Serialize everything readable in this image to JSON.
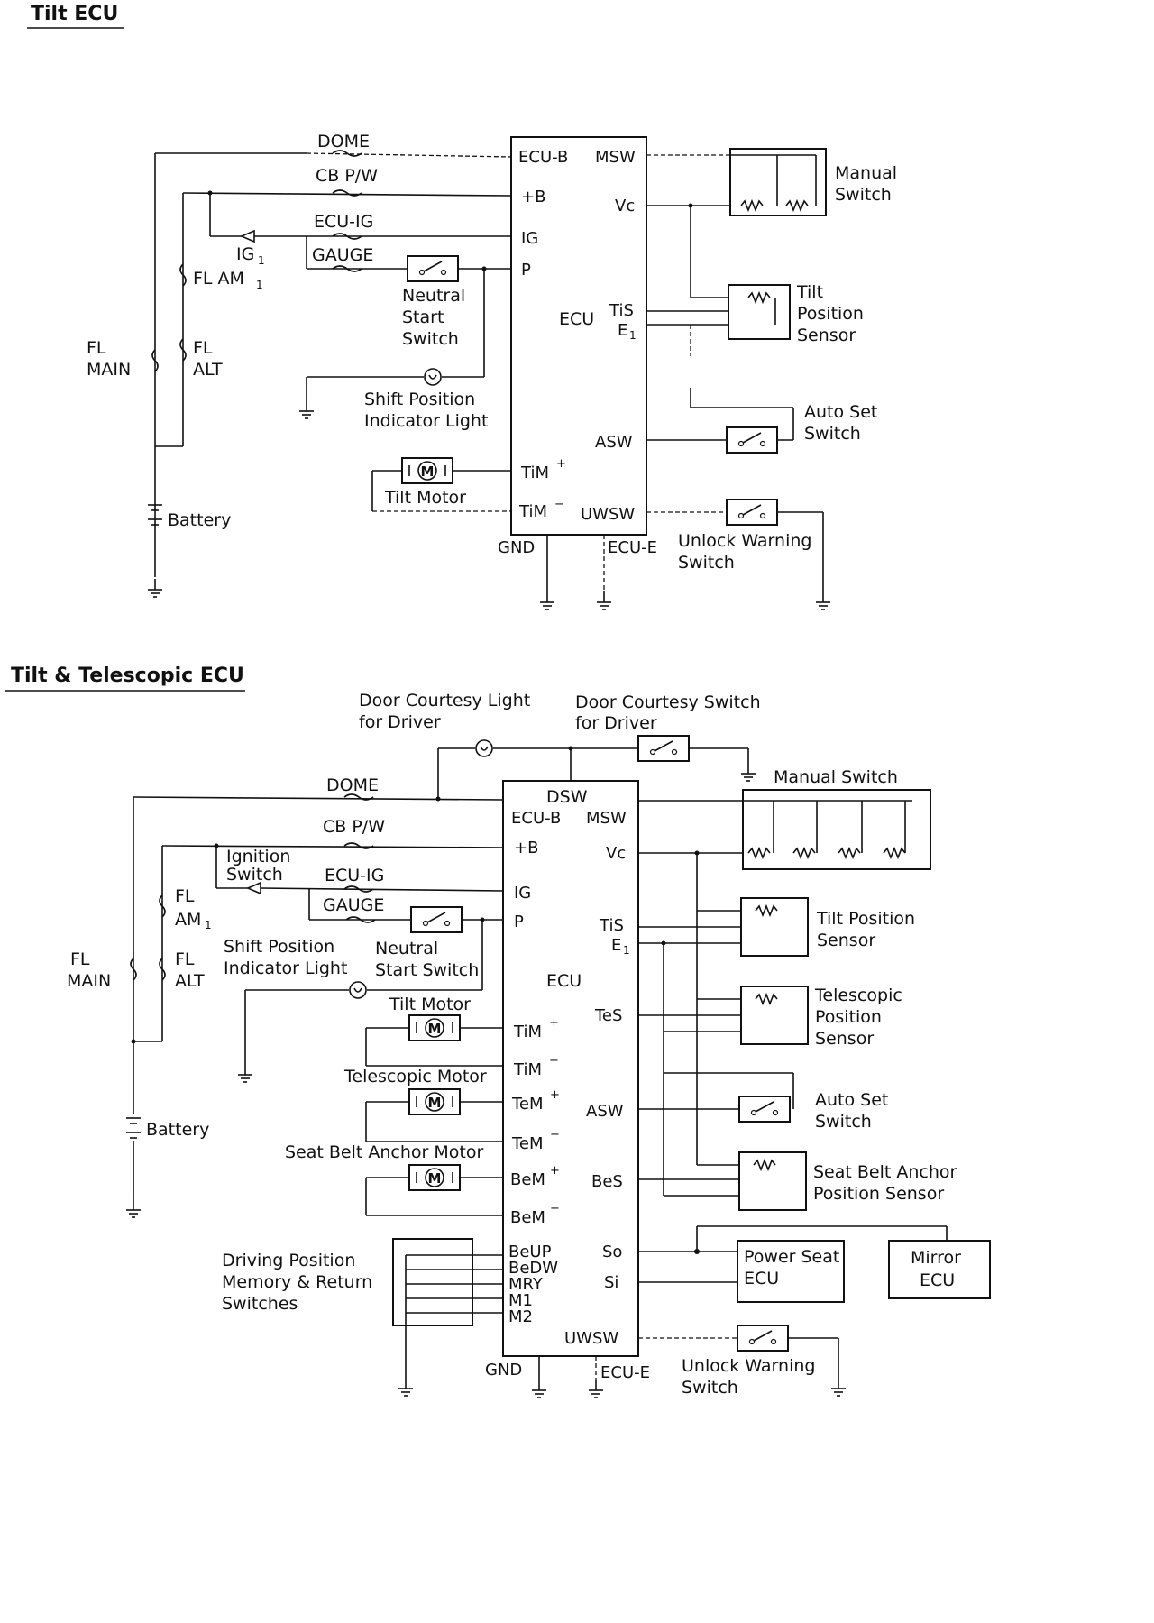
{
  "diagram1": {
    "title": "Tilt ECU",
    "fuses": {
      "dome": "DOME",
      "cbpw": "CB P/W",
      "ecuig": "ECU-IG",
      "gauge": "GAUGE",
      "fl_am1": "FL AM",
      "fl_am1_sub": "1",
      "fl_main_1": "FL",
      "fl_main_2": "MAIN",
      "fl_alt_1": "FL",
      "fl_alt_2": "ALT"
    },
    "ig1": "IG",
    "ig1_sub": "1",
    "ecu": {
      "center": "ECU",
      "ecub": "ECU-B",
      "b": "+B",
      "ig": "IG",
      "p": "P",
      "tim_p": "TiM",
      "tim_m": "TiM",
      "gnd": "GND",
      "msw": "MSW",
      "vc": "Vc",
      "tis": "TiS",
      "e1": "E",
      "e1_sub": "1",
      "asw": "ASW",
      "uwsw": "UWSW",
      "ecue": "ECU-E"
    },
    "components": {
      "neutral": [
        "Neutral",
        "Start",
        "Switch"
      ],
      "shift": [
        "Shift Position",
        "Indicator Light"
      ],
      "tilt_motor": "Tilt Motor",
      "battery": "Battery",
      "manual": [
        "Manual",
        "Switch"
      ],
      "tilt_sensor": [
        "Tilt",
        "Position",
        "Sensor"
      ],
      "autoset": [
        "Auto Set",
        "Switch"
      ],
      "unlock": [
        "Unlock Warning",
        "Switch"
      ]
    }
  },
  "diagram2": {
    "title": "Tilt & Telescopic ECU",
    "fuses": {
      "dome": "DOME",
      "cbpw": "CB P/W",
      "ecuig": "ECU-IG",
      "gauge": "GAUGE",
      "fl_am1_1": "FL",
      "fl_am1_2": "AM",
      "fl_am1_sub": "1",
      "fl_main_1": "FL",
      "fl_main_2": "MAIN",
      "fl_alt_1": "FL",
      "fl_alt_2": "ALT"
    },
    "ignition": [
      "Ignition",
      "Switch"
    ],
    "ecu": {
      "center": "ECU",
      "dsw": "DSW",
      "ecub": "ECU-B",
      "b": "+B",
      "ig": "IG",
      "p": "P",
      "tim_p": "TiM",
      "tim_m": "TiM",
      "tem_p": "TeM",
      "tem_m": "TeM",
      "bem_p": "BeM",
      "bem_m": "BeM",
      "beup": "BeUP",
      "bedw": "BeDW",
      "mry": "MRY",
      "m1": "M1",
      "m2": "M2",
      "gnd": "GND",
      "msw": "MSW",
      "vc": "Vc",
      "tis": "TiS",
      "e1": "E",
      "e1_sub": "1",
      "tes": "TeS",
      "asw": "ASW",
      "bes": "BeS",
      "so": "So",
      "si": "Si",
      "uwsw": "UWSW",
      "ecue": "ECU-E"
    },
    "components": {
      "door_light": [
        "Door Courtesy Light",
        "for Driver"
      ],
      "door_switch": [
        "Door Courtesy Switch",
        "for Driver"
      ],
      "manual": "Manual Switch",
      "shift": [
        "Shift Position",
        "Indicator Light"
      ],
      "neutral": [
        "Neutral",
        "Start Switch"
      ],
      "tilt_motor": "Tilt Motor",
      "tele_motor": "Telescopic Motor",
      "belt_motor": "Seat Belt Anchor Motor",
      "battery": "Battery",
      "memory": [
        "Driving Position",
        "Memory & Return",
        "Switches"
      ],
      "tilt_sensor": [
        "Tilt Position",
        "Sensor"
      ],
      "tele_sensor": [
        "Telescopic",
        "Position",
        "Sensor"
      ],
      "autoset": [
        "Auto Set",
        "Switch"
      ],
      "belt_sensor": [
        "Seat Belt Anchor",
        "Position Sensor"
      ],
      "power_seat": [
        "Power Seat",
        "ECU"
      ],
      "mirror": [
        "Mirror",
        "ECU"
      ],
      "unlock": [
        "Unlock Warning",
        "Switch"
      ]
    }
  }
}
